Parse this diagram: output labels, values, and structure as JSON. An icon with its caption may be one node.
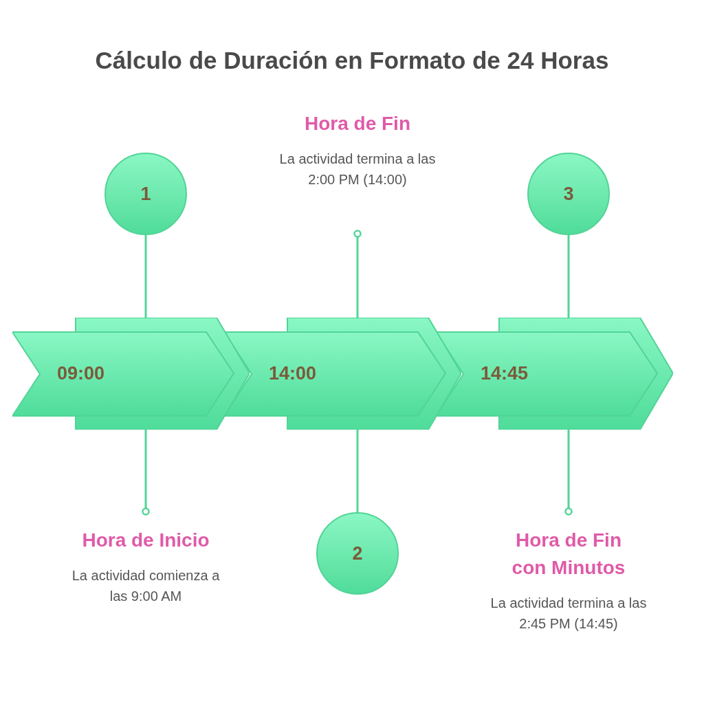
{
  "diagram": {
    "title": "Cálculo de Duración en Formato de 24 Horas",
    "nodes": [
      {
        "text": [
          "09:00"
        ]
      },
      {
        "text": [
          "14:00"
        ]
      },
      {
        "text": [
          "14:45"
        ]
      },
      {
        "text": [
          "1"
        ]
      },
      {
        "text": [
          "2"
        ]
      },
      {
        "text": [
          "3"
        ]
      },
      {
        "text": [
          "Hora de Inicio",
          "La actividad comienza a las 9:00 AM"
        ]
      },
      {
        "text": [
          "Hora de Fin",
          "La actividad termina a las 2:00 PM (14:00)"
        ]
      },
      {
        "text": [
          "Hora de Fin con Minutos",
          "La actividad termina a las 2:45 PM (14:45)"
        ]
      }
    ],
    "edges": [
      {
        "from": 3,
        "to": 0,
        "arrow": "none"
      },
      {
        "from": 0,
        "to": 6,
        "arrow": "other"
      },
      {
        "from": 4,
        "to": 1,
        "arrow": "none"
      },
      {
        "from": 1,
        "to": 7,
        "arrow": "other"
      },
      {
        "from": 5,
        "to": 2,
        "arrow": "none"
      },
      {
        "from": 2,
        "to": 8,
        "arrow": "other"
      }
    ]
  }
}
